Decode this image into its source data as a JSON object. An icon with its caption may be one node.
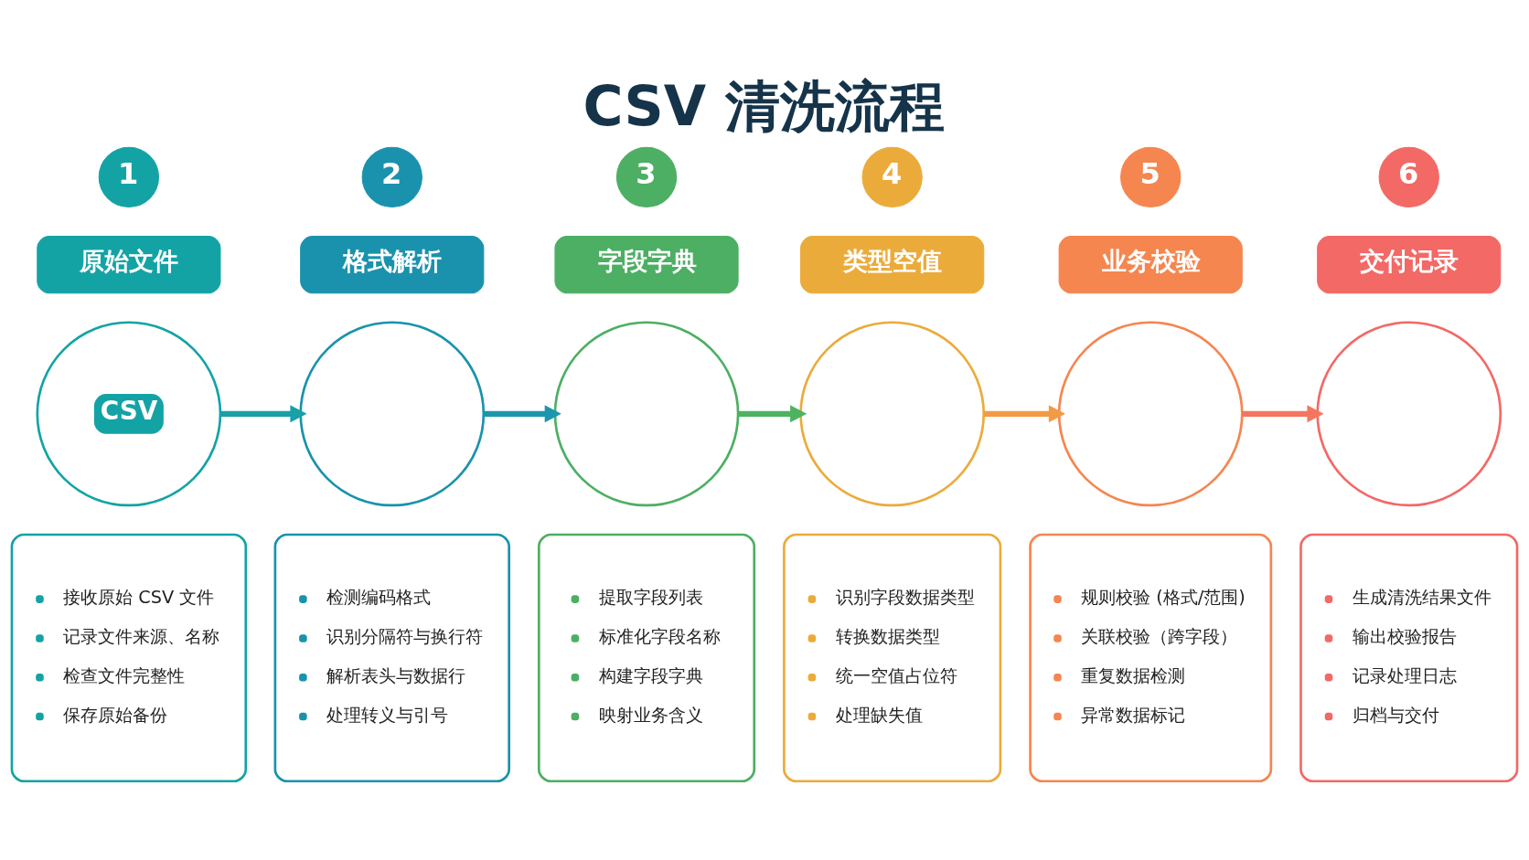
{
  "diagram": {
    "title": "CSV 清洗流程",
    "nodes": [
      {
        "text": [
          "1"
        ]
      },
      {
        "text": [
          "原始文件"
        ]
      },
      {
        "text": [
          "CSV"
        ]
      },
      {
        "text": [
          "接收原始 CSV 文件",
          "记录文件来源、名称",
          "检查文件完整性",
          "保存原始备份"
        ]
      },
      {
        "text": [
          "2"
        ]
      },
      {
        "text": [
          "格式解析"
        ]
      },
      {
        "text": [],
        "shape": "circle"
      },
      {
        "text": [
          "检测编码格式",
          "识别分隔符与换行符",
          "解析表头与数据行",
          "处理转义与引号"
        ]
      },
      {
        "text": [
          "3"
        ]
      },
      {
        "text": [
          "字段字典"
        ]
      },
      {
        "text": [],
        "shape": "circle"
      },
      {
        "text": [
          "提取字段列表",
          "标准化字段名称",
          "构建字段字典",
          "映射业务含义"
        ]
      },
      {
        "text": [
          "4"
        ]
      },
      {
        "text": [
          "类型空值"
        ]
      },
      {
        "text": [],
        "shape": "circle"
      },
      {
        "text": [
          "识别字段数据类型",
          "转换数据类型",
          "统一空值占位符",
          "处理缺失值"
        ]
      },
      {
        "text": [
          "5"
        ]
      },
      {
        "text": [
          "业务校验"
        ]
      },
      {
        "text": [],
        "shape": "circle"
      },
      {
        "text": [
          "规则校验 (格式/范围)",
          "关联校验（跨字段）",
          "重复数据检测",
          "异常数据标记"
        ]
      },
      {
        "text": [
          "6"
        ]
      },
      {
        "text": [
          "交付记录"
        ]
      },
      {
        "text": [],
        "shape": "circle"
      },
      {
        "text": [
          "生成清洗结果文件",
          "输出校验报告",
          "记录处理日志",
          "归档与交付"
        ]
      }
    ],
    "edges": [
      {
        "from": 2,
        "to": 6,
        "arrow": "to",
        "color": "#17a0a8"
      },
      {
        "from": 6,
        "to": 10,
        "arrow": "to",
        "color": "#1b96ad"
      },
      {
        "from": 10,
        "to": 14,
        "arrow": "to",
        "color": "#4db360"
      },
      {
        "from": 14,
        "to": 18,
        "arrow": "to",
        "color": "#f39a45"
      },
      {
        "from": 18,
        "to": 22,
        "arrow": "to",
        "color": "#f4765f"
      }
    ]
  }
}
